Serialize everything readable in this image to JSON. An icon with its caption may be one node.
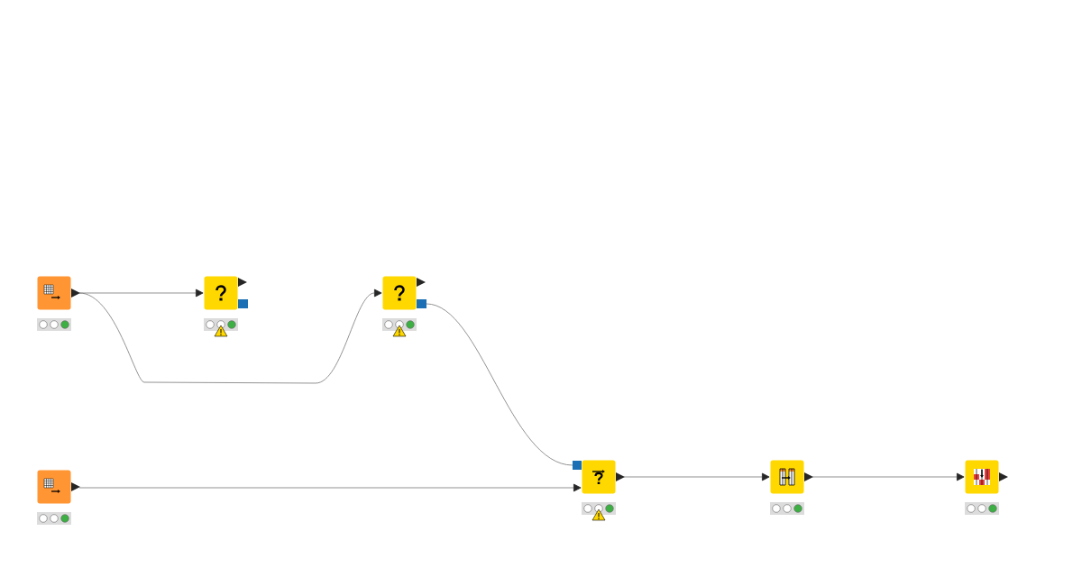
{
  "diagram": {
    "nodes": [
      {
        "text": [],
        "shape": "box"
      },
      {
        "text": [],
        "shape": "box"
      },
      {
        "text": [],
        "shape": "box"
      },
      {
        "text": [],
        "shape": "box"
      },
      {
        "text": [],
        "shape": "box"
      },
      {
        "text": [],
        "shape": "box"
      },
      {
        "text": [],
        "shape": "box"
      }
    ],
    "edges": [
      {
        "from": 0,
        "to": 1,
        "arrow": "to"
      },
      {
        "from": 0,
        "to": 2,
        "arrow": "to"
      },
      {
        "from": 2,
        "to": 4,
        "arrow": "none"
      },
      {
        "from": 3,
        "to": 4,
        "arrow": "to"
      },
      {
        "from": 4,
        "to": 5,
        "arrow": "to"
      },
      {
        "from": 5,
        "to": 6,
        "arrow": "to"
      }
    ]
  }
}
